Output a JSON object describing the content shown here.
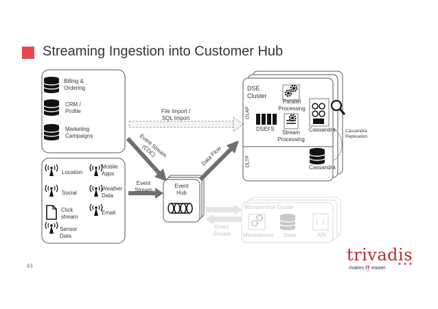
{
  "title": "Streaming Ingestion into Customer Hub",
  "page_number": "44",
  "sources_db": [
    {
      "label": "Billing &\nOrdering"
    },
    {
      "label": "CRM /\nProfile"
    },
    {
      "label": "Marketing\nCampaigns"
    }
  ],
  "sources_stream": [
    {
      "label": "Location",
      "icon": "antenna-icon"
    },
    {
      "label": "Mobile\nApps",
      "icon": "antenna-icon"
    },
    {
      "label": "Social",
      "icon": "antenna-icon"
    },
    {
      "label": "Weather\nData",
      "icon": "antenna-icon"
    },
    {
      "label": "Click\nstream",
      "icon": "document-icon"
    },
    {
      "label": "Email",
      "icon": "antenna-icon"
    },
    {
      "label": "Sensor\nData",
      "icon": "antenna-icon"
    }
  ],
  "flows": {
    "file_import": "File Import /\nSQL Import",
    "event_stream_cdc": "Event Stream\n(CDC)",
    "event_stream": "Event\nStream",
    "data_flow": "Data Flow",
    "event_stream_faded": "Event\nStream"
  },
  "event_hub": {
    "label": "Event\nHub"
  },
  "dse": {
    "cluster_label": "DSE\nCluster",
    "olap": "OLAP",
    "oltp": "OLTP",
    "parallel_processing": "Parallel\nProcessing",
    "dsefs": "DSEFS",
    "stream_processing": "Stream\nProcessing",
    "cassandra_olap": "Cassandra",
    "cassandra_oltp": "Cassandra",
    "replication": "Cassandra\nReplication"
  },
  "microservice": {
    "cluster_label": "Microservice Cluster",
    "microservice": "Microservice",
    "state": "State",
    "api": "API",
    "api_symbol": "{ }"
  },
  "logo": {
    "word": "trivadis",
    "tag_prefix": "makes ",
    "tag_bold": "IT",
    "tag_suffix": " easier."
  },
  "colors": {
    "accent_red": "#e8474f",
    "brand_red": "#b8282d",
    "arrow_gray": "#6f6f6f",
    "faded_gray": "#c6c6c6"
  }
}
